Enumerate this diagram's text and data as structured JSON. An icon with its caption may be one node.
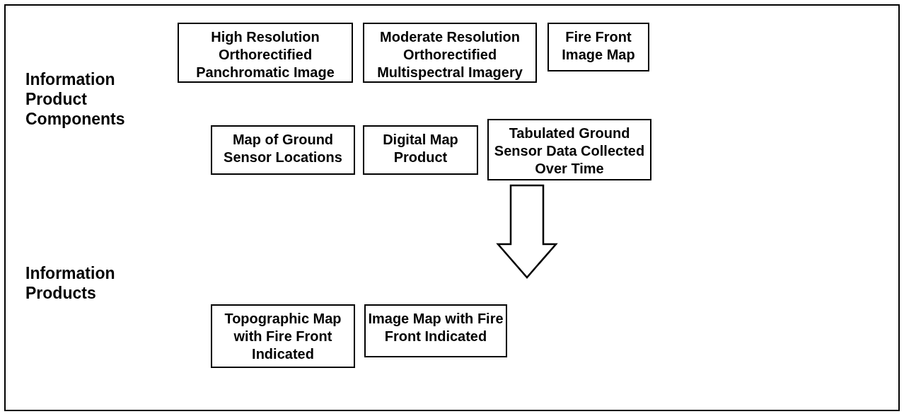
{
  "diagram": {
    "nodes": [
      {
        "text": [
          "High Resolution Orthorectified Panchromatic Image"
        ]
      },
      {
        "text": [
          "Moderate Resolution Orthorectified Multispectral Imagery"
        ]
      },
      {
        "text": [
          "Fire Front Image Map"
        ]
      },
      {
        "text": [
          "Map of Ground Sensor Locations"
        ]
      },
      {
        "text": [
          "Digital Map Product"
        ]
      },
      {
        "text": [
          "Tabulated Ground Sensor Data Collected Over Time"
        ]
      },
      {
        "text": [
          "Topographic Map with Fire Front Indicated"
        ]
      },
      {
        "text": [
          "Image Map with Fire Front Indicated"
        ]
      }
    ],
    "edges": [],
    "labels": [
      "Information Product Components",
      "Information Products"
    ]
  }
}
